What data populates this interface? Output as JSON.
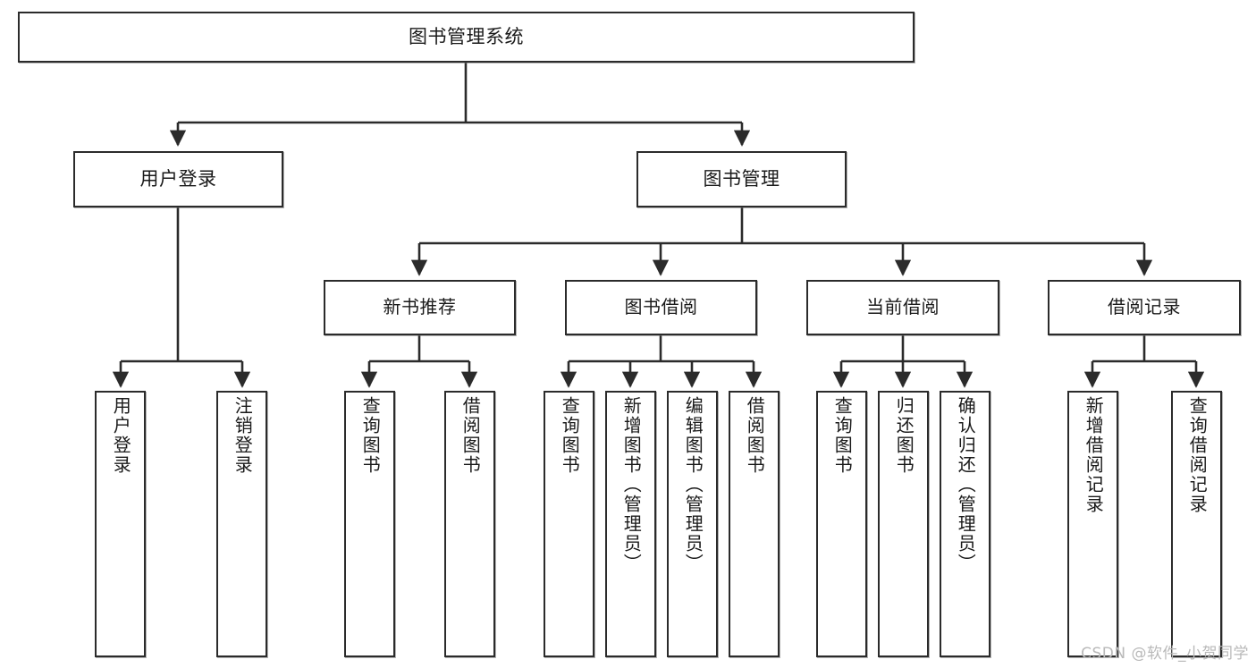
{
  "diagram": {
    "title": "图书管理系统",
    "root": {
      "id": "root",
      "label": "图书管理系统"
    },
    "level2": [
      {
        "id": "user-login",
        "label": "用户登录"
      },
      {
        "id": "book-management",
        "label": "图书管理"
      }
    ],
    "level3": [
      {
        "id": "new-book-recommend",
        "label": "新书推荐"
      },
      {
        "id": "book-borrow",
        "label": "图书借阅"
      },
      {
        "id": "current-borrow",
        "label": "当前借阅"
      },
      {
        "id": "borrow-record",
        "label": "借阅记录"
      }
    ],
    "leaves": [
      {
        "id": "leaf-user-login",
        "label": "用户登录",
        "parent": "用户登录"
      },
      {
        "id": "leaf-logout-login",
        "label": "注销登录",
        "parent": "用户登录"
      },
      {
        "id": "leaf-query-book-1",
        "label": "查询图书",
        "parent": "新书推荐"
      },
      {
        "id": "leaf-borrow-book-1",
        "label": "借阅图书",
        "parent": "新书推荐"
      },
      {
        "id": "leaf-query-book-2",
        "label": "查询图书",
        "parent": "图书借阅"
      },
      {
        "id": "leaf-add-book-admin",
        "label": "新增图书（管理员）",
        "parent": "图书借阅"
      },
      {
        "id": "leaf-edit-book-admin",
        "label": "编辑图书（管理员）",
        "parent": "图书借阅"
      },
      {
        "id": "leaf-borrow-book-2",
        "label": "借阅图书",
        "parent": "图书借阅"
      },
      {
        "id": "leaf-query-book-3",
        "label": "查询图书",
        "parent": "当前借阅"
      },
      {
        "id": "leaf-return-book",
        "label": "归还图书",
        "parent": "当前借阅"
      },
      {
        "id": "leaf-confirm-return-admin",
        "label": "确认归还（管理员）",
        "parent": "当前借阅"
      },
      {
        "id": "leaf-add-borrow-record",
        "label": "新增借阅记录",
        "parent": "借阅记录"
      },
      {
        "id": "leaf-query-borrow-record",
        "label": "查询借阅记录",
        "parent": "借阅记录"
      }
    ],
    "watermark": "CSDN @软件_小贺同学",
    "colors": {
      "stroke": "#2b2b2b",
      "fill": "#ffffff",
      "text": "#1a1a1a",
      "watermark": "#b9b9b9"
    }
  }
}
